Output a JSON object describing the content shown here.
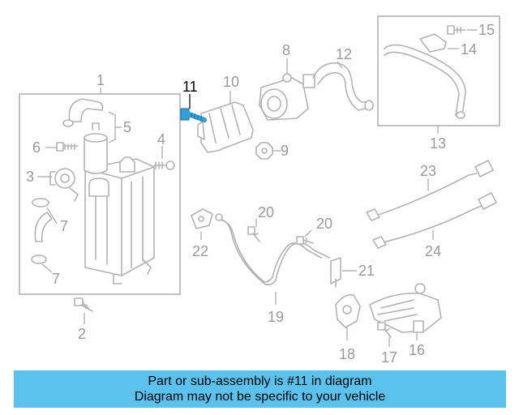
{
  "diagram": {
    "highlighted": "11",
    "highlight_color": "#2f9fd8",
    "callouts": {
      "c1": "1",
      "c2": "2",
      "c3": "3",
      "c4": "4",
      "c5": "5",
      "c6": "6",
      "c7a": "7",
      "c7b": "7",
      "c8": "8",
      "c9": "9",
      "c10": "10",
      "c11": "11",
      "c12": "12",
      "c13": "13",
      "c14": "14",
      "c15": "15",
      "c16": "16",
      "c17": "17",
      "c18": "18",
      "c19": "19",
      "c20a": "20",
      "c20b": "20",
      "c21": "21",
      "c22": "22",
      "c23": "23",
      "c24": "24"
    }
  },
  "banner": {
    "line1": "Part or sub-assembly is #11 in diagram",
    "line2": "Diagram may not be specific to your vehicle",
    "color": "#5bc2ee"
  }
}
